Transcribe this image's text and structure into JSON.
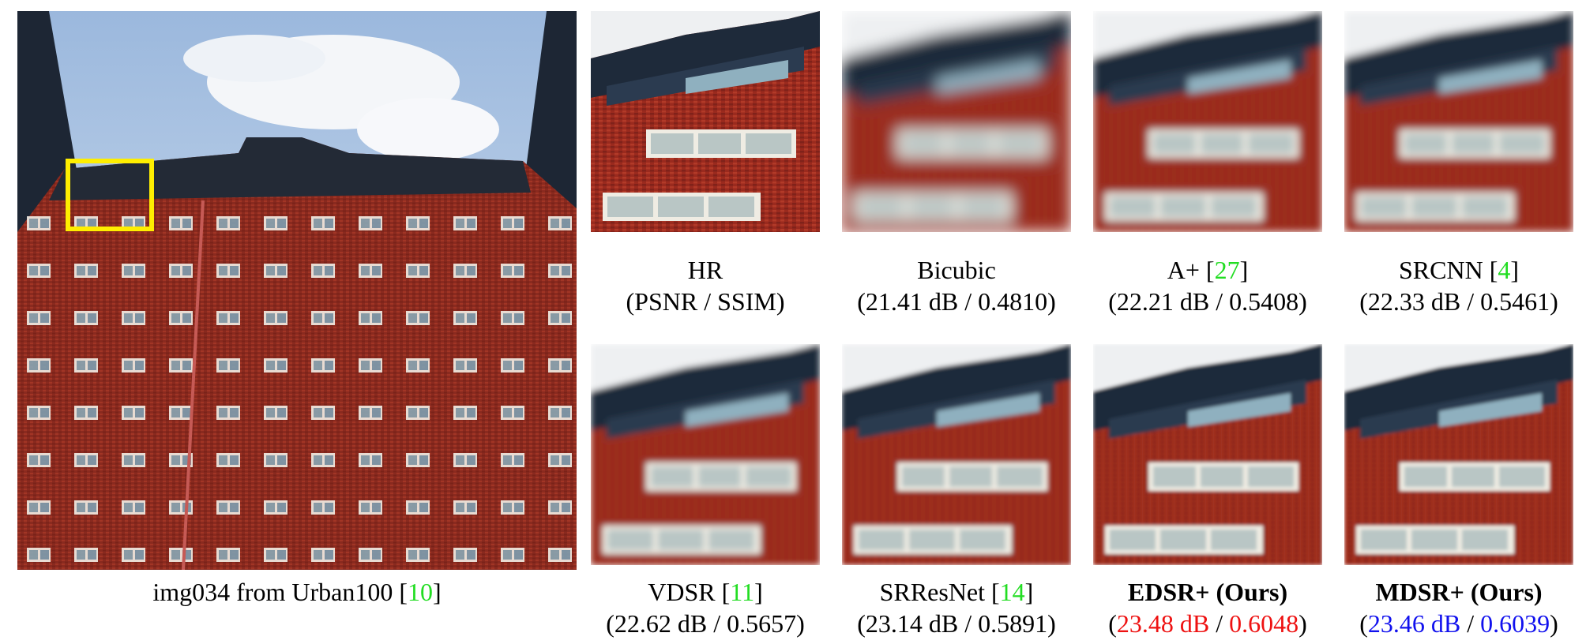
{
  "main_caption": {
    "text": "img034 from Urban100 [",
    "ref": "10",
    "close": "]"
  },
  "panels": [
    {
      "id": "hr",
      "name": "HR",
      "ref": "",
      "metrics": "(PSNR / SSIM)",
      "blur": 0
    },
    {
      "id": "bicubic",
      "name": "Bicubic",
      "ref": "",
      "metrics": "(21.41 dB / 0.4810)",
      "blur": 9
    },
    {
      "id": "aplus",
      "name": "A+ [",
      "ref": "27",
      "metrics": "(22.21 dB / 0.5408)",
      "blur": 5
    },
    {
      "id": "srcnn",
      "name": "SRCNN [",
      "ref": "4",
      "metrics": "(22.33 dB / 0.5461)",
      "blur": 5
    },
    {
      "id": "vdsr",
      "name": "VDSR [",
      "ref": "11",
      "metrics": "(22.62 dB / 0.5657)",
      "blur": 4
    },
    {
      "id": "srresnet",
      "name": "SRResNet [",
      "ref": "14",
      "metrics": "(23.14 dB / 0.5891)",
      "blur": 3
    },
    {
      "id": "edsr",
      "name": "EDSR+ (Ours)",
      "ref": "",
      "psnr": "23.48 dB",
      "ssim": "0.6048",
      "blur": 2
    },
    {
      "id": "mdsr",
      "name": "MDSR+ (Ours)",
      "ref": "",
      "psnr": "23.46 dB",
      "ssim": "0.6039",
      "blur": 2
    }
  ],
  "colors": {
    "ref_green": "#22dd22",
    "best_red": "#ee1111",
    "second_blue": "#1111ee",
    "highlight_box": "#ffee00"
  }
}
